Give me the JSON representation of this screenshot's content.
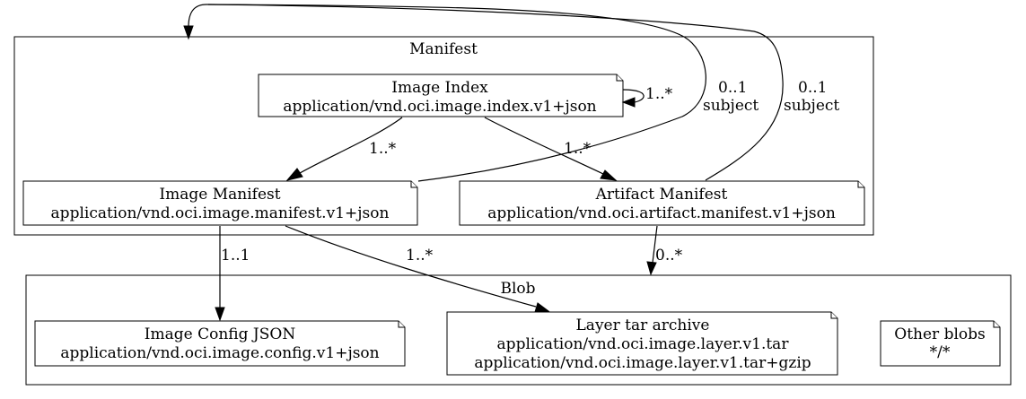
{
  "clusters": {
    "manifest": {
      "label": "Manifest"
    },
    "blob": {
      "label": "Blob"
    }
  },
  "nodes": {
    "image_index": {
      "title": "Image Index",
      "media_type": "application/vnd.oci.image.index.v1+json"
    },
    "image_manifest": {
      "title": "Image Manifest",
      "media_type": "application/vnd.oci.image.manifest.v1+json"
    },
    "artifact_manifest": {
      "title": "Artifact Manifest",
      "media_type": "application/vnd.oci.artifact.manifest.v1+json"
    },
    "image_config": {
      "title": "Image Config JSON",
      "media_type": "application/vnd.oci.image.config.v1+json"
    },
    "layer_tar": {
      "title": "Layer tar archive",
      "media_type": "application/vnd.oci.image.layer.v1.tar",
      "media_type_gzip": "application/vnd.oci.image.layer.v1.tar+gzip"
    },
    "other_blobs": {
      "title": "Other blobs",
      "media_type": "*/*"
    }
  },
  "edges": {
    "index_self": {
      "label": "1..*"
    },
    "index_to_image_manifest": {
      "label": "1..*"
    },
    "index_to_artifact_manifest": {
      "label": "1..*"
    },
    "image_manifest_subject": {
      "cardinality": "0..1",
      "label": "subject"
    },
    "artifact_manifest_subject": {
      "cardinality": "0..1",
      "label": "subject"
    },
    "image_manifest_to_config": {
      "label": "1..1"
    },
    "image_manifest_to_layer": {
      "label": "1..*"
    },
    "artifact_manifest_to_blob": {
      "label": "0..*"
    }
  }
}
